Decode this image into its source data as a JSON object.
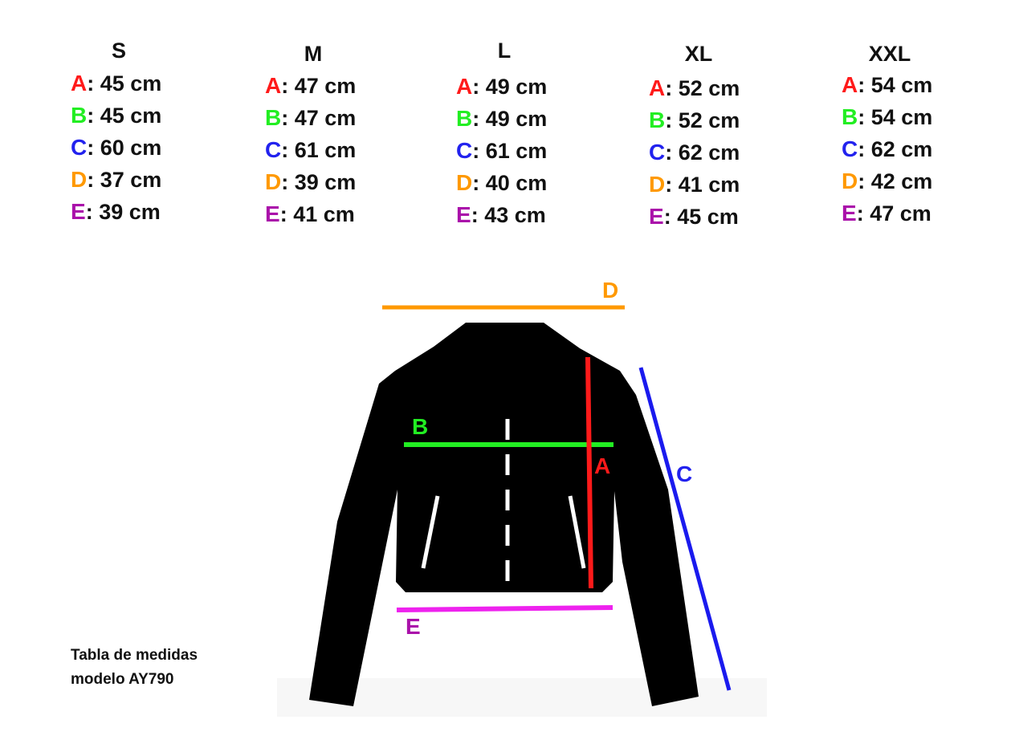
{
  "colors": {
    "A": "#ff1a1a",
    "B": "#22ee22",
    "C": "#2222ee",
    "D": "#ff9900",
    "E": "#aa11aa"
  },
  "sizes": [
    {
      "name": "S",
      "values": {
        "A": "45 cm",
        "B": "45 cm",
        "C": "60 cm",
        "D": "37 cm",
        "E": "39 cm"
      }
    },
    {
      "name": "M",
      "values": {
        "A": "47 cm",
        "B": "47 cm",
        "C": "61 cm",
        "D": "39 cm",
        "E": "41 cm"
      }
    },
    {
      "name": "L",
      "values": {
        "A": "49 cm",
        "B": "49 cm",
        "C": "61 cm",
        "D": "40 cm",
        "E": "43 cm"
      }
    },
    {
      "name": "XL",
      "values": {
        "A": "52 cm",
        "B": "52 cm",
        "C": "62 cm",
        "D": "41 cm",
        "E": "45 cm"
      }
    },
    {
      "name": "XXL",
      "values": {
        "A": "54 cm",
        "B": "54 cm",
        "C": "62 cm",
        "D": "42 cm",
        "E": "47 cm"
      }
    }
  ],
  "diagram_labels": {
    "A": "A",
    "B": "B",
    "C": "C",
    "D": "D",
    "E": "E"
  },
  "caption": {
    "line1": "Tabla de medidas",
    "line2": "modelo AY790"
  }
}
